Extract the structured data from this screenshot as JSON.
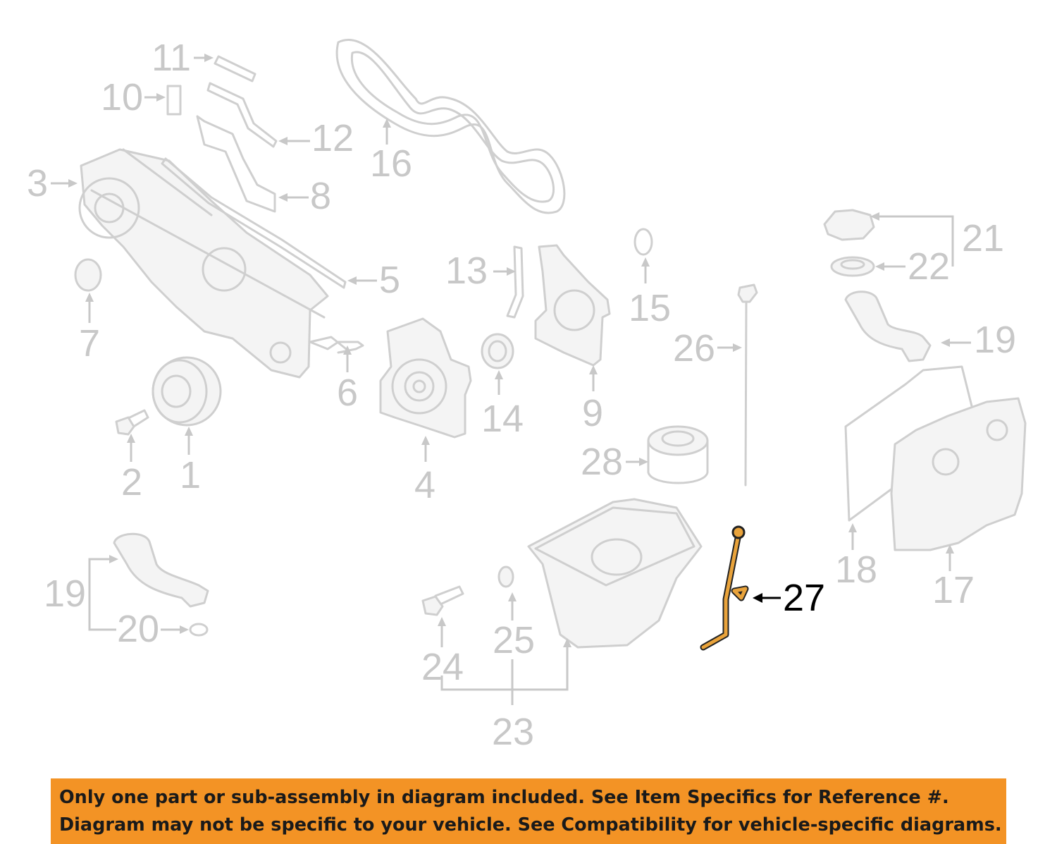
{
  "callouts": [
    {
      "id": "1",
      "text": "1",
      "highlighted": false
    },
    {
      "id": "2",
      "text": "2",
      "highlighted": false
    },
    {
      "id": "3",
      "text": "3",
      "highlighted": false
    },
    {
      "id": "4",
      "text": "4",
      "highlighted": false
    },
    {
      "id": "5",
      "text": "5",
      "highlighted": false
    },
    {
      "id": "6",
      "text": "6",
      "highlighted": false
    },
    {
      "id": "7",
      "text": "7",
      "highlighted": false
    },
    {
      "id": "8",
      "text": "8",
      "highlighted": false
    },
    {
      "id": "9",
      "text": "9",
      "highlighted": false
    },
    {
      "id": "10",
      "text": "10",
      "highlighted": false
    },
    {
      "id": "11",
      "text": "11",
      "highlighted": false
    },
    {
      "id": "12",
      "text": "12",
      "highlighted": false
    },
    {
      "id": "13",
      "text": "13",
      "highlighted": false
    },
    {
      "id": "14",
      "text": "14",
      "highlighted": false
    },
    {
      "id": "15",
      "text": "15",
      "highlighted": false
    },
    {
      "id": "16",
      "text": "16",
      "highlighted": false
    },
    {
      "id": "17",
      "text": "17",
      "highlighted": false
    },
    {
      "id": "18",
      "text": "18",
      "highlighted": false
    },
    {
      "id": "19a",
      "text": "19",
      "highlighted": false
    },
    {
      "id": "19b",
      "text": "19",
      "highlighted": false
    },
    {
      "id": "20",
      "text": "20",
      "highlighted": false
    },
    {
      "id": "21",
      "text": "21",
      "highlighted": false
    },
    {
      "id": "22",
      "text": "22",
      "highlighted": false
    },
    {
      "id": "23",
      "text": "23",
      "highlighted": false
    },
    {
      "id": "24",
      "text": "24",
      "highlighted": false
    },
    {
      "id": "25",
      "text": "25",
      "highlighted": false
    },
    {
      "id": "26",
      "text": "26",
      "highlighted": false
    },
    {
      "id": "27",
      "text": "27",
      "highlighted": true
    },
    {
      "id": "28",
      "text": "28",
      "highlighted": false
    }
  ],
  "colors": {
    "banner_background": "#f39325",
    "faded_part": "#cfcfcf",
    "highlighted_part": "#e9a33b",
    "highlighted_label": "#000000"
  },
  "notice": {
    "line1": "Only one part or sub-assembly in diagram included. See Item Specifics for Reference #.",
    "line2": "Diagram may not be specific to your vehicle. See Compatibility for vehicle-specific diagrams."
  }
}
